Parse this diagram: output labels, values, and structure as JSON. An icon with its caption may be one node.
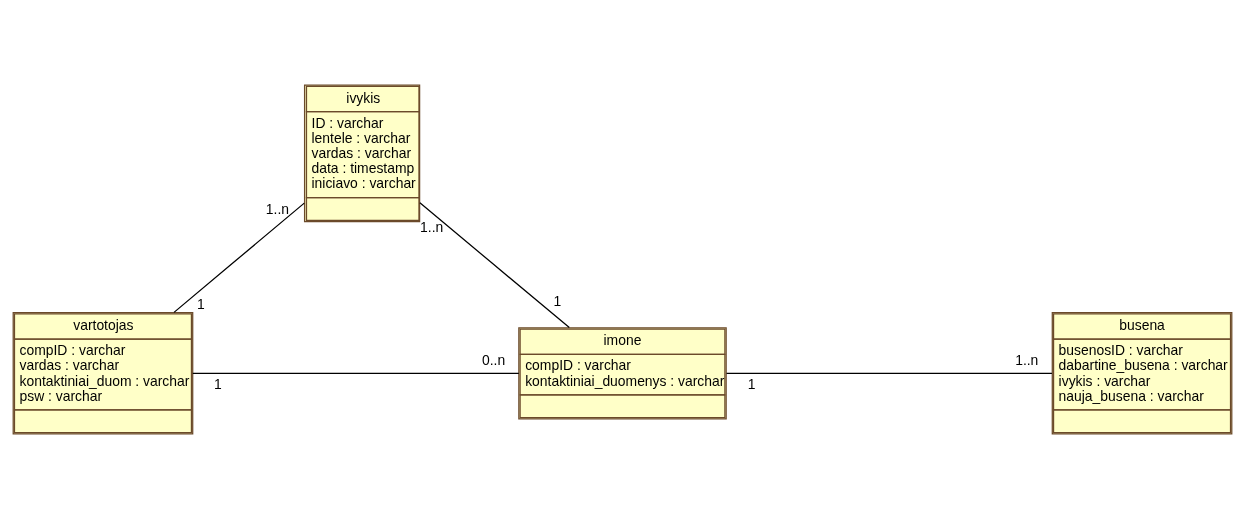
{
  "diagram": {
    "nodes": [
      {
        "text": [
          "ivykis",
          "ID : varchar",
          "lentele : varchar",
          "vardas : varchar",
          "data : timestamp",
          "iniciavo : varchar"
        ]
      },
      {
        "text": [
          "vartotojas",
          "compID : varchar",
          "vardas : varchar",
          "kontaktiniai_duom : varchar",
          "psw : varchar"
        ]
      },
      {
        "text": [
          "imone",
          "compID : varchar",
          "kontaktiniai_duomenys : varchar"
        ]
      },
      {
        "text": [
          "busena",
          "busenosID : varchar",
          "dabartine_busena : varchar",
          "ivykis : varchar",
          "nauja_busena : varchar"
        ]
      }
    ],
    "edges": [
      {
        "from": 0,
        "to": 1,
        "arrow": "none"
      },
      {
        "from": 0,
        "to": 2,
        "arrow": "none"
      },
      {
        "from": 1,
        "to": 2,
        "arrow": "none"
      },
      {
        "from": 2,
        "to": 3,
        "arrow": "none"
      }
    ],
    "labels": [
      "1..n",
      "1..n",
      "1",
      "1",
      "1",
      "1..n",
      "0..n",
      "1"
    ]
  }
}
